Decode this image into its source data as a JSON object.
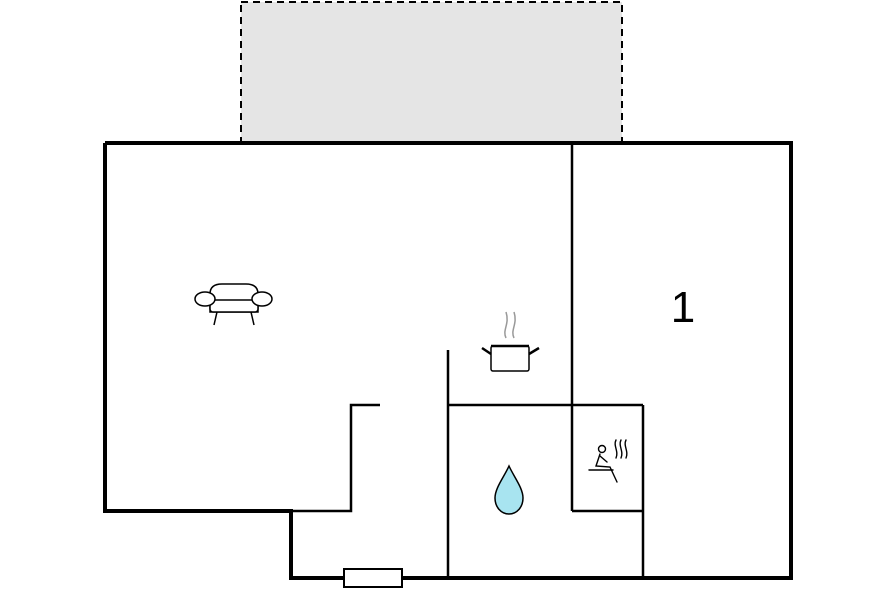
{
  "floorplan": {
    "rooms": [
      {
        "id": "bedroom",
        "label": "1"
      }
    ],
    "icons": [
      {
        "name": "sofa-icon",
        "meaning": "living room"
      },
      {
        "name": "cooking-pot-icon",
        "meaning": "kitchen"
      },
      {
        "name": "water-drop-icon",
        "meaning": "bathroom"
      },
      {
        "name": "sauna-icon",
        "meaning": "sauna"
      }
    ],
    "colors": {
      "wall": "#000000",
      "terrace": "#e5e5e5",
      "water": "#a8e4f0"
    }
  }
}
